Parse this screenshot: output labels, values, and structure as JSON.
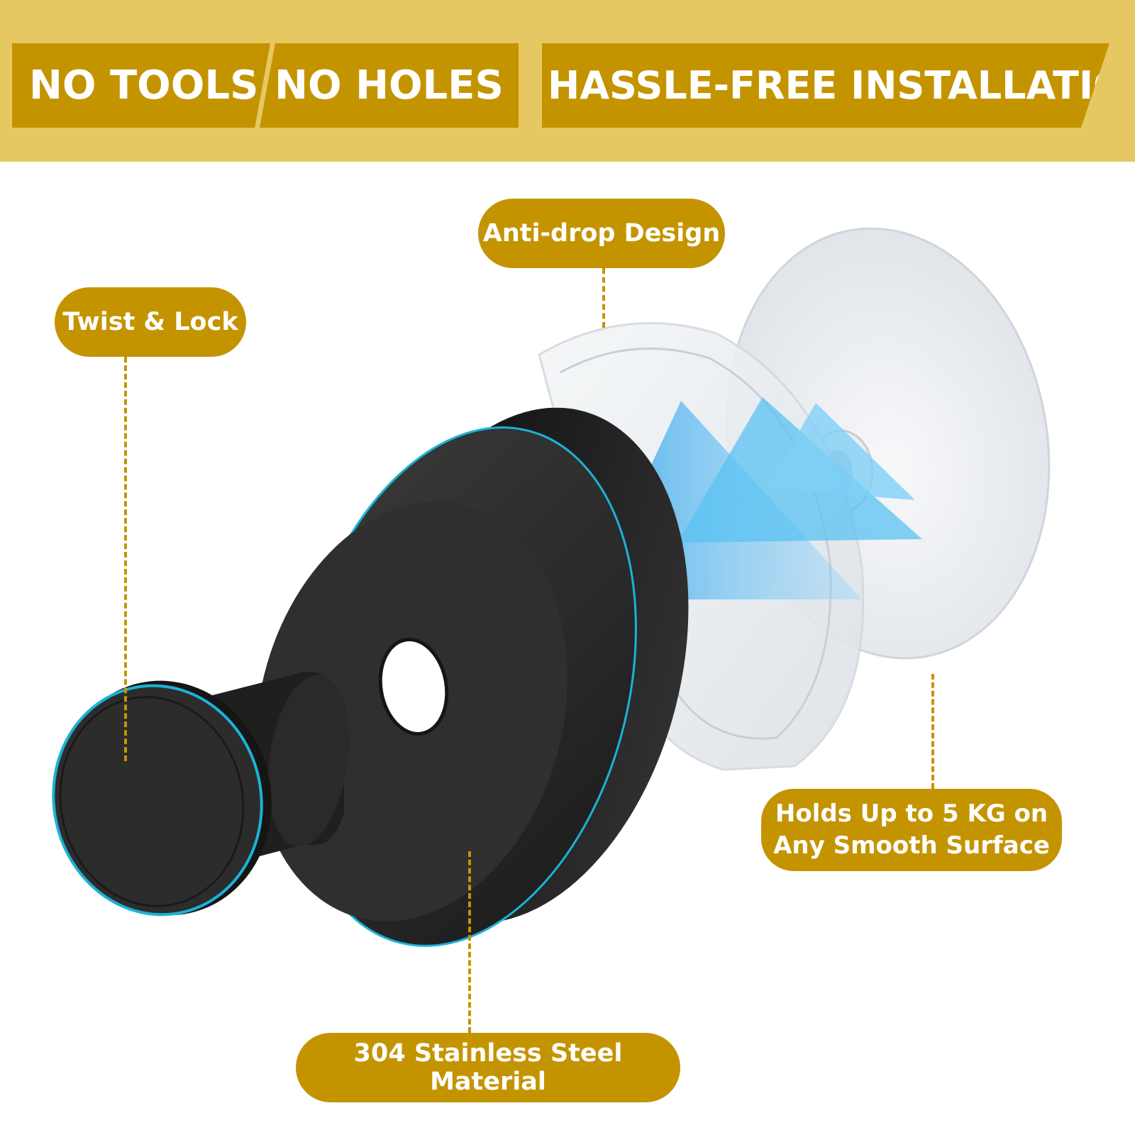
{
  "banner": {
    "items": [
      "NO TOOLS",
      "NO HOLES",
      "HASSLE-FREE INSTALLATION"
    ]
  },
  "callouts": {
    "anti_drop": "Anti-drop Design",
    "twist_lock": "Twist & Lock",
    "holds_line1": "Holds Up to 5 KG on",
    "holds_line2": "Any Smooth Surface",
    "material": "304 Stainless Steel Material"
  },
  "colors": {
    "banner_background": "#e6c862",
    "accent_gold": "#c49400",
    "product_black": "#2a2a2a",
    "edge_highlight_blue": "#1ab3d6",
    "suction_cup": "#eef0f2",
    "arrow_blue": "#4ab8f0"
  }
}
